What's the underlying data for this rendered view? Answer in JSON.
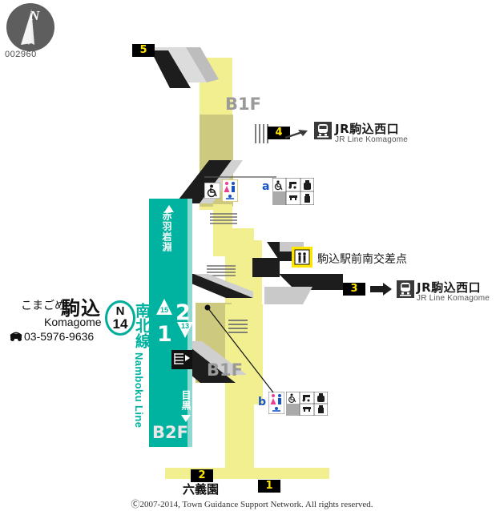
{
  "meta": {
    "map_id": "002960",
    "compass_label": "N",
    "footer": "Ⓒ2007-2014, Town Guidance Support Network. All rights reserved."
  },
  "station": {
    "name_kana": "こまごめ",
    "name_kanji": "駒込",
    "name_romaji": "Komagome",
    "phone": "03-5976-9636",
    "phone_icon": "telephone-icon",
    "code_letter": "N",
    "code_number": "14",
    "line_name_ja": "南北線",
    "line_name_en": "Namboku Line",
    "line_color": "#00b3a0",
    "badge_color": "#00ac9a"
  },
  "platforms": {
    "floor_label": "B2F",
    "direction_up": "赤羽岩淵",
    "direction_down": "目黒",
    "items": [
      {
        "number": "1",
        "car": "15",
        "arrow": "up"
      },
      {
        "number": "2",
        "car": "13",
        "arrow": "down"
      }
    ]
  },
  "floors": {
    "b1f_upper": "B1F",
    "b1f_lower": "B1F"
  },
  "exits": [
    {
      "number": "5"
    },
    {
      "number": "4"
    },
    {
      "number": "3"
    },
    {
      "number": "2"
    },
    {
      "number": "1"
    }
  ],
  "destinations": [
    {
      "id": "jr-west-exit-upper",
      "ja": "JR駒込西口",
      "en": "JR Line Komagome",
      "icon": "train-icon"
    },
    {
      "id": "jr-west-exit-lower",
      "ja": "JR駒込西口",
      "en": "JR Line Komagome",
      "icon": "train-icon"
    }
  ],
  "landmarks": [
    {
      "id": "crossing",
      "ja": "駒込駅前南交差点",
      "icon": "pedestrian-crossing-icon"
    },
    {
      "id": "rikugien",
      "ja": "六義園"
    }
  ],
  "facility_groups": [
    {
      "marker": "a",
      "icons": [
        "wheelchair-access-icon",
        "baby-stroller-icon",
        "elevator-call-icon",
        "baby-chair-icon",
        "baby-care-icon"
      ]
    },
    {
      "marker": "b",
      "icons": [
        "toilet-icon",
        "wheelchair-toilet-icon",
        "wheelchair-access-icon",
        "baby-stroller-icon",
        "elevator-call-icon",
        "baby-chair-icon",
        "baby-care-icon"
      ]
    }
  ],
  "toilets": [
    {
      "id": "toilet-upper",
      "icons": [
        "toilet-icon",
        "wheelchair-toilet-icon"
      ]
    }
  ],
  "escalators": [
    {
      "id": "platform-escalator",
      "icon": "escalator-icon"
    }
  ],
  "colors": {
    "concourse": "#f2ef90",
    "concourse_dark": "#cdc97f",
    "line": "#00b3a0",
    "exit_tag_bg": "#000000",
    "exit_tag_fg": "#ffe400",
    "elevator_yellow": "#ffe400"
  }
}
